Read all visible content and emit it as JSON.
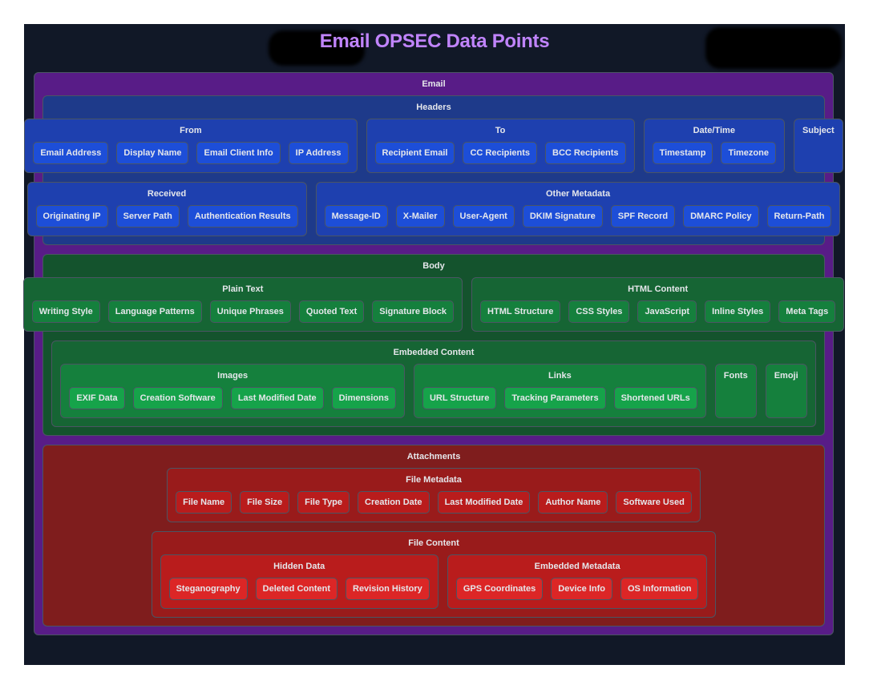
{
  "title": "Email OPSEC Data Points",
  "colors": {
    "background": "#111827",
    "title": "#c084fc",
    "root": "#581c87",
    "border": "#4b5563",
    "palettes": {
      "blue": [
        "#1e3a8a",
        "#1e40af",
        "#1d4ed8",
        "#2563eb"
      ],
      "green": [
        "#14532d",
        "#166534",
        "#15803d",
        "#16a34a"
      ],
      "red": [
        "#7f1d1d",
        "#991b1b",
        "#b91c1c",
        "#dc2626"
      ]
    }
  },
  "tree": {
    "label": "Email",
    "sections": [
      {
        "label": "Headers",
        "palette": "blue",
        "rows": [
          [
            {
              "label": "From",
              "items": [
                "Email Address",
                "Display Name",
                "Email Client Info",
                "IP Address"
              ]
            },
            {
              "label": "To",
              "items": [
                "Recipient Email",
                "CC Recipients",
                "BCC Recipients"
              ]
            },
            {
              "label": "Date/Time",
              "items": [
                "Timestamp",
                "Timezone"
              ]
            },
            {
              "label": "Subject",
              "items": []
            }
          ],
          [
            {
              "label": "Received",
              "items": [
                "Originating IP",
                "Server Path",
                "Authentication Results"
              ]
            },
            {
              "label": "Other Metadata",
              "items": [
                "Message-ID",
                "X-Mailer",
                "User-Agent",
                "DKIM Signature",
                "SPF Record",
                "DMARC Policy",
                "Return-Path"
              ]
            }
          ]
        ]
      },
      {
        "label": "Body",
        "palette": "green",
        "rows": [
          [
            {
              "label": "Plain Text",
              "items": [
                "Writing Style",
                "Language Patterns",
                "Unique Phrases",
                "Quoted Text",
                "Signature Block"
              ]
            },
            {
              "label": "HTML Content",
              "items": [
                "HTML Structure",
                "CSS Styles",
                "JavaScript",
                "Inline Styles",
                "Meta Tags"
              ]
            }
          ],
          [
            {
              "label": "Embedded Content",
              "rows": [
                [
                  {
                    "label": "Images",
                    "items": [
                      "EXIF Data",
                      "Creation Software",
                      "Last Modified Date",
                      "Dimensions"
                    ]
                  },
                  {
                    "label": "Links",
                    "items": [
                      "URL Structure",
                      "Tracking Parameters",
                      "Shortened URLs"
                    ]
                  },
                  {
                    "label": "Fonts",
                    "items": []
                  },
                  {
                    "label": "Emoji",
                    "items": []
                  }
                ]
              ]
            }
          ]
        ]
      },
      {
        "label": "Attachments",
        "palette": "red",
        "rows": [
          [
            {
              "label": "File Metadata",
              "items": [
                "File Name",
                "File Size",
                "File Type",
                "Creation Date",
                "Last Modified Date",
                "Author Name",
                "Software Used"
              ]
            }
          ],
          [
            {
              "label": "File Content",
              "rows": [
                [
                  {
                    "label": "Hidden Data",
                    "items": [
                      "Steganography",
                      "Deleted Content",
                      "Revision History"
                    ]
                  },
                  {
                    "label": "Embedded Metadata",
                    "items": [
                      "GPS Coordinates",
                      "Device Info",
                      "OS Information"
                    ]
                  }
                ]
              ]
            }
          ]
        ]
      }
    ]
  }
}
